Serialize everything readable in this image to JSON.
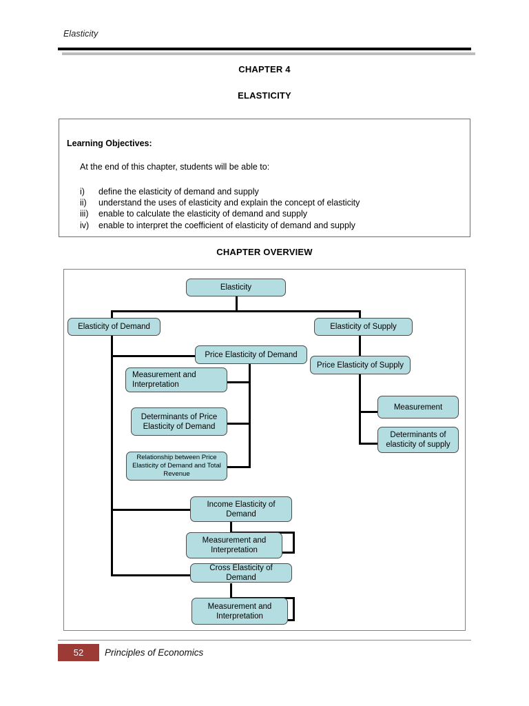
{
  "header": {
    "running_head": "Elasticity"
  },
  "titles": {
    "chapter_number": "CHAPTER 4",
    "chapter_title": "ELASTICITY",
    "overview_title": "CHAPTER OVERVIEW"
  },
  "objectives": {
    "heading": "Learning Objectives:",
    "intro": "At the end of this chapter, students will be able to:",
    "items": [
      {
        "marker": "i)",
        "text": "define the elasticity of demand and supply"
      },
      {
        "marker": "ii)",
        "text": "understand the uses of elasticity and explain the concept of elasticity"
      },
      {
        "marker": "iii)",
        "text": "enable to calculate the elasticity of demand and supply"
      },
      {
        "marker": "iv)",
        "text": "enable to interpret the coefficient of elasticity of demand and supply"
      }
    ]
  },
  "diagram": {
    "root": "Elasticity",
    "nodes": {
      "elasticity": "Elasticity",
      "elasticity_of_demand": "Elasticity of Demand",
      "elasticity_of_supply": "Elasticity of Supply",
      "price_elasticity_of_demand": "Price Elasticity of Demand",
      "ped_measurement": "Measurement and Interpretation",
      "ped_determinants": "Determinants of Price Elasticity of Demand",
      "ped_relationship": "Relationship between Price Elasticity of Demand and Total Revenue",
      "income_elasticity_of_demand": "Income Elasticity of Demand",
      "ied_measurement": "Measurement and Interpretation",
      "cross_elasticity_of_demand": "Cross Elasticity of Demand",
      "ced_measurement": "Measurement and Interpretation",
      "price_elasticity_of_supply": "Price Elasticity of Supply",
      "pes_measurement": "Measurement",
      "pes_determinants": "Determinants of elasticity of supply"
    },
    "node_fill_color": "#b4dde1",
    "node_border_color": "#4a4a4a",
    "connector_color": "#000000"
  },
  "footer": {
    "page_number": "52",
    "book_title": "Principles of Economics",
    "badge_color": "#9c3a35"
  }
}
